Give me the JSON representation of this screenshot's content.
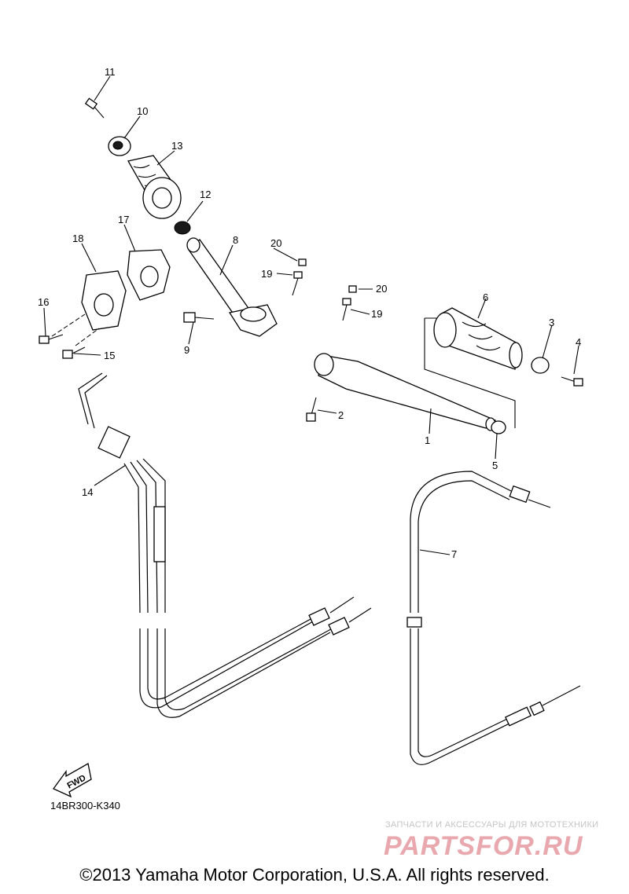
{
  "callouts": [
    "1",
    "2",
    "3",
    "4",
    "5",
    "6",
    "7",
    "8",
    "9",
    "10",
    "11",
    "12",
    "13",
    "14",
    "15",
    "16",
    "17",
    "18",
    "19",
    "19",
    "20",
    "20"
  ],
  "fwd_label": "FWD",
  "diagram_code": "14BR300-K340",
  "watermark": {
    "tagline": "ЗАПЧАСТИ И АКСЕССУАРЫ ДЛЯ МОТОТЕХНИКИ",
    "logo": "PARTSFOR.RU"
  },
  "copyright": "©2013 Yamaha Motor Corporation, U.S.A. All rights reserved.",
  "colors": {
    "line": "#000000",
    "watermark_logo": "#e8a8ae",
    "watermark_tagline": "#c4c4c4"
  }
}
